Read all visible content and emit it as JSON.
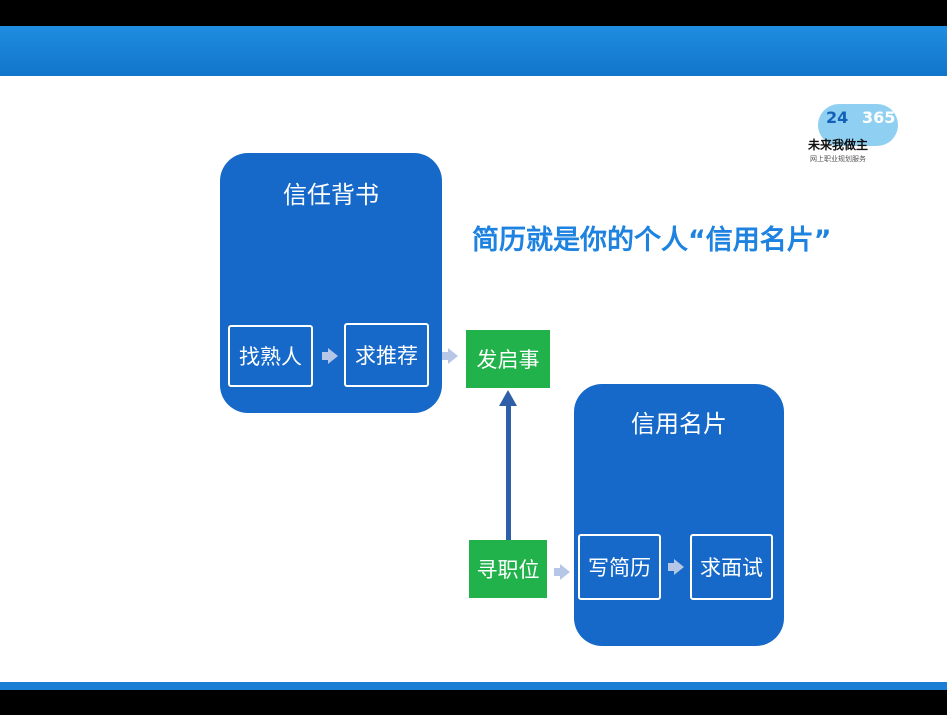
{
  "logo": {
    "number": "24 365",
    "number_left": "24",
    "number_right": "365",
    "name": "未来我做主",
    "tagline": "网上职业规划服务"
  },
  "headline": "简历就是你的个人“信用名片”",
  "trust_box": {
    "title": "信任背书",
    "steps": [
      "找熟人",
      "求推荐"
    ]
  },
  "credit_box": {
    "title": "信用名片",
    "steps": [
      "写简历",
      "求面试"
    ]
  },
  "green_nodes": {
    "start": "发启事",
    "job": "寻职位"
  },
  "colors": {
    "box": "#1669c8",
    "green": "#22b24c",
    "headline": "#1e83e0",
    "arrow": "#b6c6e6"
  }
}
